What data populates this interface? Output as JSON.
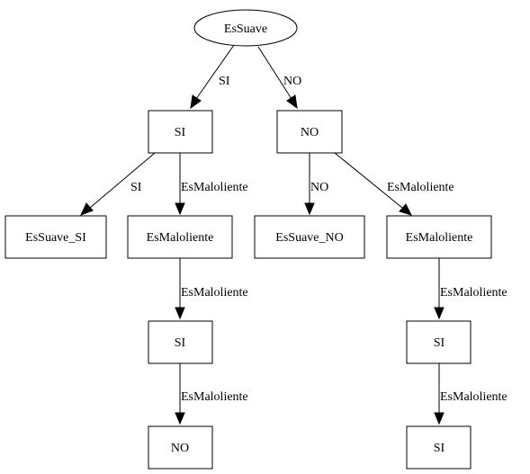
{
  "diagram": {
    "nodes": {
      "root": {
        "label": "EsSuave",
        "shape": "ellipse"
      },
      "si": {
        "label": "SI",
        "shape": "box"
      },
      "no": {
        "label": "NO",
        "shape": "box"
      },
      "essuave_si": {
        "label": "EsSuave_SI",
        "shape": "box"
      },
      "esmaloliente_left": {
        "label": "EsMaloliente",
        "shape": "box"
      },
      "essuave_no": {
        "label": "EsSuave_NO",
        "shape": "box"
      },
      "esmaloliente_right": {
        "label": "EsMaloliente",
        "shape": "box"
      },
      "si_left_mid": {
        "label": "SI",
        "shape": "box"
      },
      "si_right_mid": {
        "label": "SI",
        "shape": "box"
      },
      "no_left_bottom": {
        "label": "NO",
        "shape": "box"
      },
      "si_right_bottom": {
        "label": "SI",
        "shape": "box"
      }
    },
    "edges": {
      "root_si": {
        "from": "root",
        "to": "si",
        "label": "SI"
      },
      "root_no": {
        "from": "root",
        "to": "no",
        "label": "NO"
      },
      "si_essuave_si": {
        "from": "si",
        "to": "essuave_si",
        "label": "SI"
      },
      "si_esmaloliente": {
        "from": "si",
        "to": "esmaloliente_left",
        "label": "EsMaloliente"
      },
      "no_essuave_no": {
        "from": "no",
        "to": "essuave_no",
        "label": "NO"
      },
      "no_esmaloliente": {
        "from": "no",
        "to": "esmaloliente_right",
        "label": "EsMaloliente"
      },
      "esmal_left_si": {
        "from": "esmaloliente_left",
        "to": "si_left_mid",
        "label": "EsMaloliente"
      },
      "esmal_right_si": {
        "from": "esmaloliente_right",
        "to": "si_right_mid",
        "label": "EsMaloliente"
      },
      "si_left_no": {
        "from": "si_left_mid",
        "to": "no_left_bottom",
        "label": "EsMaloliente"
      },
      "si_right_si": {
        "from": "si_right_mid",
        "to": "si_right_bottom",
        "label": "EsMaloliente"
      }
    }
  }
}
